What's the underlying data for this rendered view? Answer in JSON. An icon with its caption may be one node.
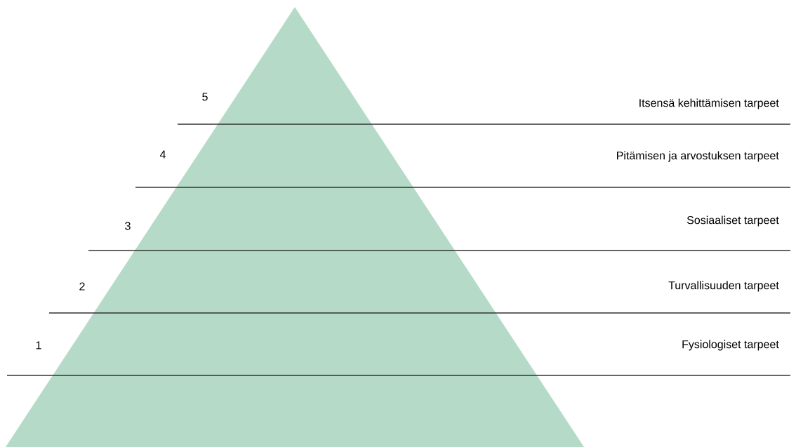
{
  "diagram": {
    "labels": [
      "5",
      "Itsensä kehittämisen tarpeet",
      "4",
      "Pitämisen ja arvostuksen tarpeet",
      "3",
      "Sosiaaliset tarpeet",
      "2",
      "Turvallisuuden tarpeet",
      "1",
      "Fysiologiset tarpeet"
    ]
  }
}
